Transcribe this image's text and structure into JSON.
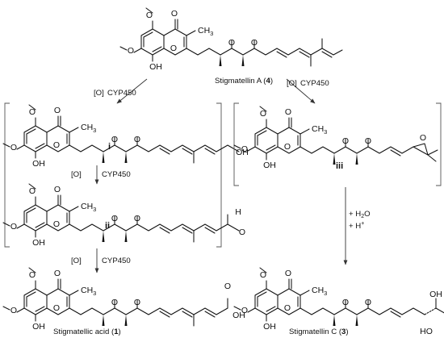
{
  "compounds": {
    "stigmatellin_a": {
      "name": "Stigmatellin A (",
      "number": "4",
      "close": ")"
    },
    "stigmatellic_acid": {
      "name": "Stigmatellic acid (",
      "number": "1",
      "close": ")"
    },
    "stigmatellin_c": {
      "name": "Stigmatellin C (",
      "number": "3",
      "close": ")"
    }
  },
  "intermediates": {
    "i": "i",
    "ii": "ii",
    "iii": "iii"
  },
  "reagents": {
    "oxidation": "[O]",
    "enzyme": "CYP450",
    "water_prefix": "+ H",
    "water_sub": "2",
    "water_suffix": "O",
    "proton_prefix": "+ H",
    "proton_sup": "+"
  },
  "atoms": {
    "O": "O",
    "OH": "OH",
    "HO": "HO",
    "methyl": "CH",
    "methyl_sub": "3",
    "H": "H"
  },
  "colors": {
    "ink": "#111111",
    "arrow": "#333333",
    "bracket": "#555555"
  }
}
